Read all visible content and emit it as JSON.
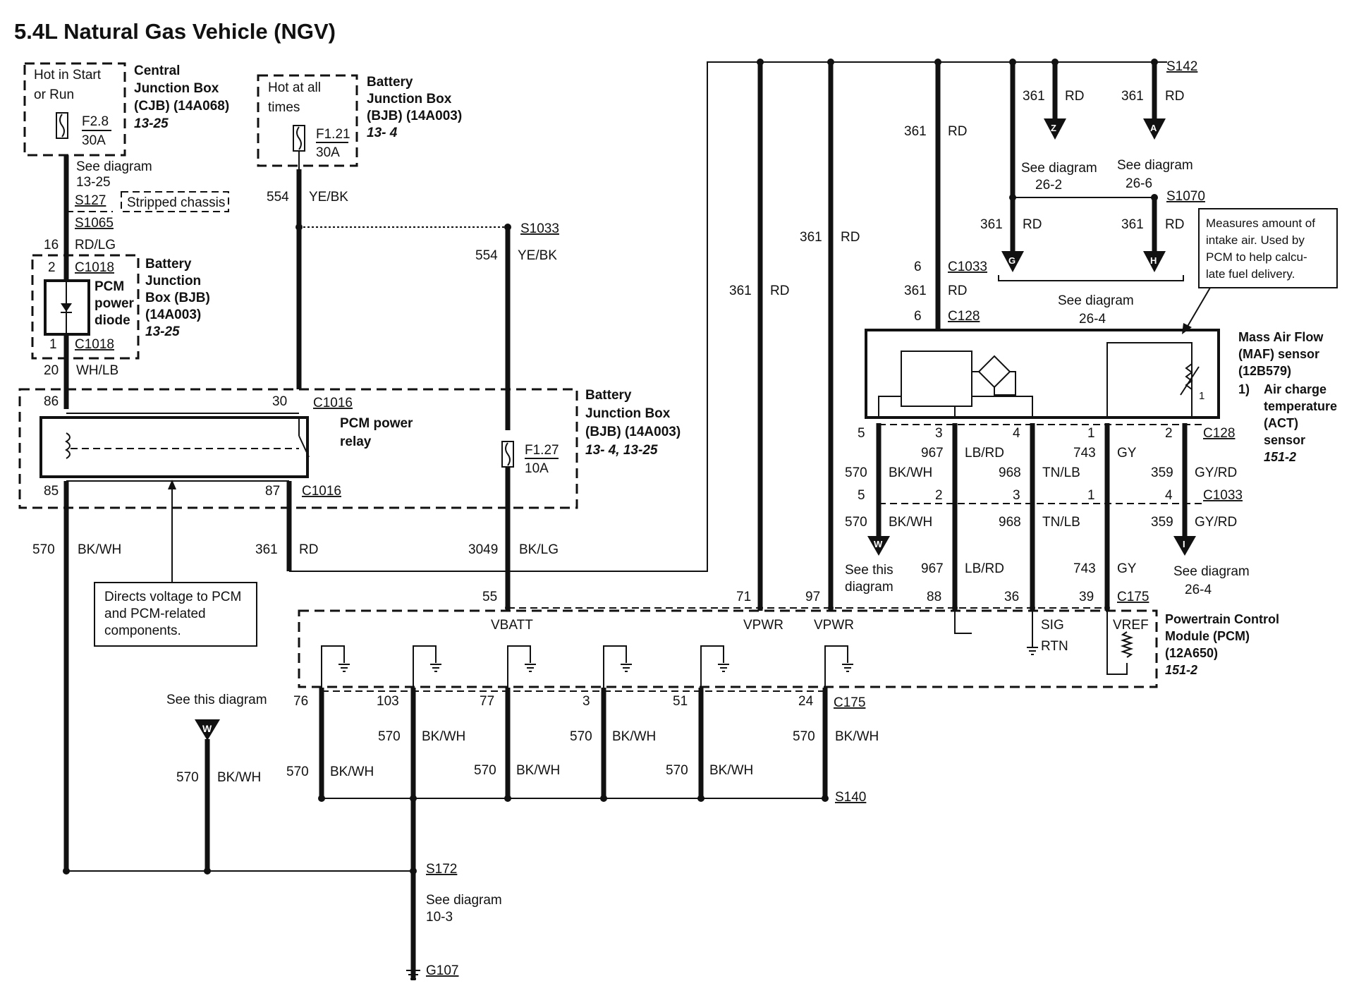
{
  "title": "5.4L Natural Gas Vehicle (NGV)",
  "cjb": {
    "hot_label": [
      "Hot in Start",
      "or Run"
    ],
    "name": [
      "Central",
      "Junction Box",
      "(CJB) (14A068)"
    ],
    "ref": "13-25",
    "fuse": "F2.8",
    "amps": "30A"
  },
  "bjb_top": {
    "hot_label": [
      "Hot at all",
      "times"
    ],
    "name": [
      "Battery",
      "Junction Box",
      "(BJB) (14A003)"
    ],
    "ref": "13- 4",
    "fuse": "F1.21",
    "amps": "30A"
  },
  "left_branch": {
    "see_diagram": "See diagram",
    "see_ref": "13-25",
    "splice_s127": "S127",
    "stripped_chassis": "Stripped chassis",
    "splice_s1065": "S1065",
    "wire_16": "16",
    "wire_16_color": "RD/LG"
  },
  "diode_box": {
    "pin2": "2",
    "conn_top": "C1018",
    "pin1": "1",
    "conn_bottom": "C1018",
    "diode_label": [
      "PCM",
      "power",
      "diode"
    ],
    "name": [
      "Battery",
      "Junction",
      "Box (BJB)",
      "(14A003)"
    ],
    "ref": "13-25",
    "wire_20": "20",
    "wire_20_color": "WH/LB"
  },
  "wire_554": {
    "num": "554",
    "color": "YE/BK"
  },
  "s1033": {
    "splice": "S1033",
    "num": "554",
    "color": "YE/BK"
  },
  "relay_box": {
    "pin86": "86",
    "pin30": "30",
    "conn_c1016_top": "C1016",
    "relay_name": [
      "PCM power",
      "relay"
    ],
    "pin85": "85",
    "pin87": "87",
    "conn_c1016_bottom": "C1016",
    "bjb_name": [
      "Battery",
      "Junction Box",
      "(BJB) (14A003)"
    ],
    "bjb_ref": "13- 4, 13-25",
    "fuse": "F1.27",
    "amps": "10A"
  },
  "lower_left": {
    "w570": "570",
    "w570_color": "BK/WH",
    "w361": "361",
    "w361_color": "RD",
    "w3049": "3049",
    "w3049_color": "BK/LG",
    "pin55": "55",
    "note": [
      "Directs voltage to PCM",
      "and PCM-related",
      "components."
    ],
    "see_this": "See this diagram",
    "w_connector": "W",
    "w_wire": "570",
    "w_wire_color": "BK/WH"
  },
  "vpwr": {
    "w361_a": "361",
    "w361_a_color": "RD",
    "w361_b": "361",
    "w361_b_color": "RD",
    "pin71": "71",
    "pin97": "97",
    "label": "VPWR",
    "vbatt": "VBATT"
  },
  "top_right": {
    "w361_main": "361",
    "w361_main_color": "RD",
    "splice_s142": "S142",
    "z_wire": "361",
    "z_color": "RD",
    "z_label": "Z",
    "a_wire": "361",
    "a_color": "RD",
    "a_label": "A",
    "see_z": "See diagram",
    "see_z_ref": "26-2",
    "see_a": "See diagram",
    "see_a_ref": "26-6",
    "splice_s1070": "S1070",
    "g_wire": "361",
    "g_color": "RD",
    "g_label": "G",
    "h_wire": "361",
    "h_color": "RD",
    "h_label": "H",
    "see_gh": "See diagram",
    "see_gh_ref": "26-4",
    "pin6_c1033": "6",
    "c1033": "C1033",
    "w361_mid": "361",
    "w361_mid_color": "RD",
    "pin6_c128": "6",
    "c128": "C128",
    "note": [
      "Measures amount of",
      "intake air. Used by",
      "PCM to help calcu-",
      "late fuel delivery."
    ]
  },
  "maf": {
    "name": [
      "Mass Air Flow",
      "(MAF) sensor",
      "(12B579)"
    ],
    "act_num": "1)",
    "act_name": [
      "Air charge",
      "temperature",
      "(ACT)",
      "sensor"
    ],
    "act_ref": "151-2",
    "thermistor_num": "1",
    "pins_c128": [
      "5",
      "3",
      "4",
      "1",
      "2"
    ],
    "c128": "C128",
    "w967": "967",
    "w967_color": "LB/RD",
    "w743": "743",
    "w743_color": "GY",
    "w570": "570",
    "w570_color": "BK/WH",
    "w968": "968",
    "w968_color": "TN/LB",
    "w359": "359",
    "w359_color": "GY/RD",
    "pins_c1033": [
      "5",
      "2",
      "3",
      "1",
      "4"
    ],
    "c1033": "C1033",
    "w570_b": "570",
    "w570_b_color": "BK/WH",
    "w968_b": "968",
    "w968_b_color": "TN/LB",
    "w359_b": "359",
    "w359_b_color": "GY/RD",
    "w_label": "W",
    "see_this": [
      "See this",
      "diagram"
    ],
    "w967_b": "967",
    "w967_b_color": "LB/RD",
    "w743_b": "743",
    "w743_b_color": "GY",
    "i_label": "I",
    "see_i": "See diagram",
    "see_i_ref": "26-4"
  },
  "pcm": {
    "pin88": "88",
    "pin36": "36",
    "pin39": "39",
    "c175": "C175",
    "sig": "SIG",
    "rtn": "RTN",
    "vref": "VREF",
    "name": [
      "Powertrain Control",
      "Module (PCM)",
      "(12A650)"
    ],
    "ref": "151-2"
  },
  "grounds": {
    "pins": [
      "76",
      "103",
      "77",
      "3",
      "51",
      "24"
    ],
    "c175": "C175",
    "wire": "570",
    "color": "BK/WH",
    "s140": "S140",
    "s172": "S172",
    "see_diagram": "See diagram",
    "see_ref": "10-3",
    "g107": "G107"
  }
}
